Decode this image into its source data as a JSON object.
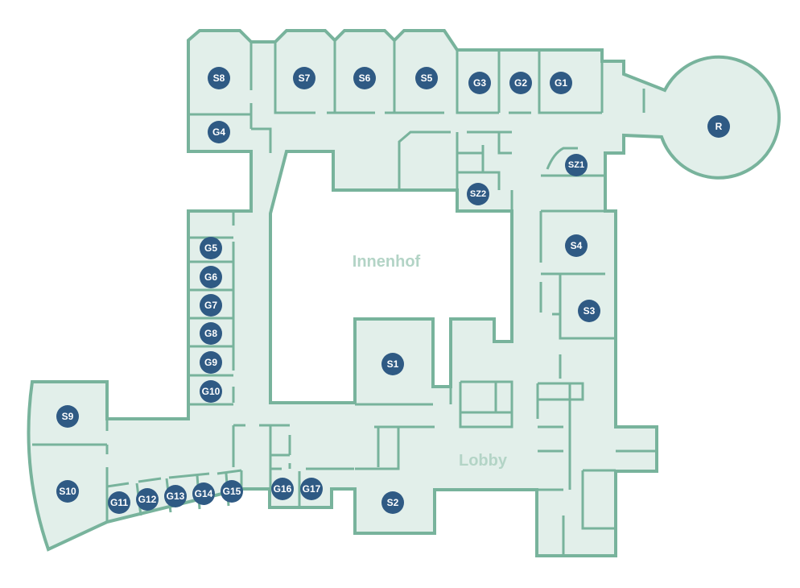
{
  "colors": {
    "wall": "#78b39c",
    "floor": "#e2efea",
    "marker": "#2f5a84",
    "area_label": "#b3d4c6"
  },
  "areas": {
    "courtyard": "Innenhof",
    "lobby": "Lobby"
  },
  "rooms": {
    "S1": "S1",
    "S2": "S2",
    "S3": "S3",
    "S4": "S4",
    "S5": "S5",
    "S6": "S6",
    "S7": "S7",
    "S8": "S8",
    "S9": "S9",
    "S10": "S10",
    "G1": "G1",
    "G2": "G2",
    "G3": "G3",
    "G4": "G4",
    "G5": "G5",
    "G6": "G6",
    "G7": "G7",
    "G8": "G8",
    "G9": "G9",
    "G10": "G10",
    "G11": "G11",
    "G12": "G12",
    "G13": "G13",
    "G14": "G14",
    "G15": "G15",
    "G16": "G16",
    "G17": "G17",
    "SZ1": "SZ1",
    "SZ2": "SZ2",
    "R": "R"
  }
}
